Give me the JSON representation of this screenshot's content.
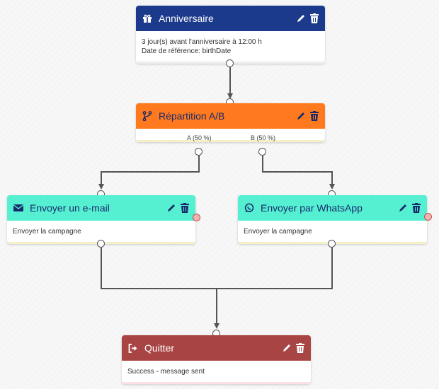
{
  "nodes": {
    "anniversaire": {
      "title": "Anniversaire",
      "line1": "3 jour(s) avant l'anniversaire à 12:00 h",
      "line2": "Date de référence: birthDate"
    },
    "ab": {
      "title": "Répartition A/B",
      "branch_a": "A (50 %)",
      "branch_b": "B (50 %)"
    },
    "email": {
      "title": "Envoyer un e-mail",
      "body": "Envoyer la campagne"
    },
    "whatsapp": {
      "title": "Envoyer par WhatsApp",
      "body": "Envoyer la campagne"
    },
    "quit": {
      "title": "Quitter",
      "body": "Success - message sent"
    }
  },
  "icons": {
    "anniversaire": "gift-icon",
    "ab": "split-branch-icon",
    "email": "envelope-icon",
    "whatsapp": "whatsapp-icon",
    "quit": "sign-out-icon",
    "edit": "pencil-icon",
    "delete": "trash-icon"
  },
  "colors": {
    "anniversaire_header": "#1c3a8c",
    "ab_header": "#ff7a1f",
    "send_header": "#55f0d2",
    "quit_header": "#a94444",
    "dark_text": "#1a2a6c"
  }
}
